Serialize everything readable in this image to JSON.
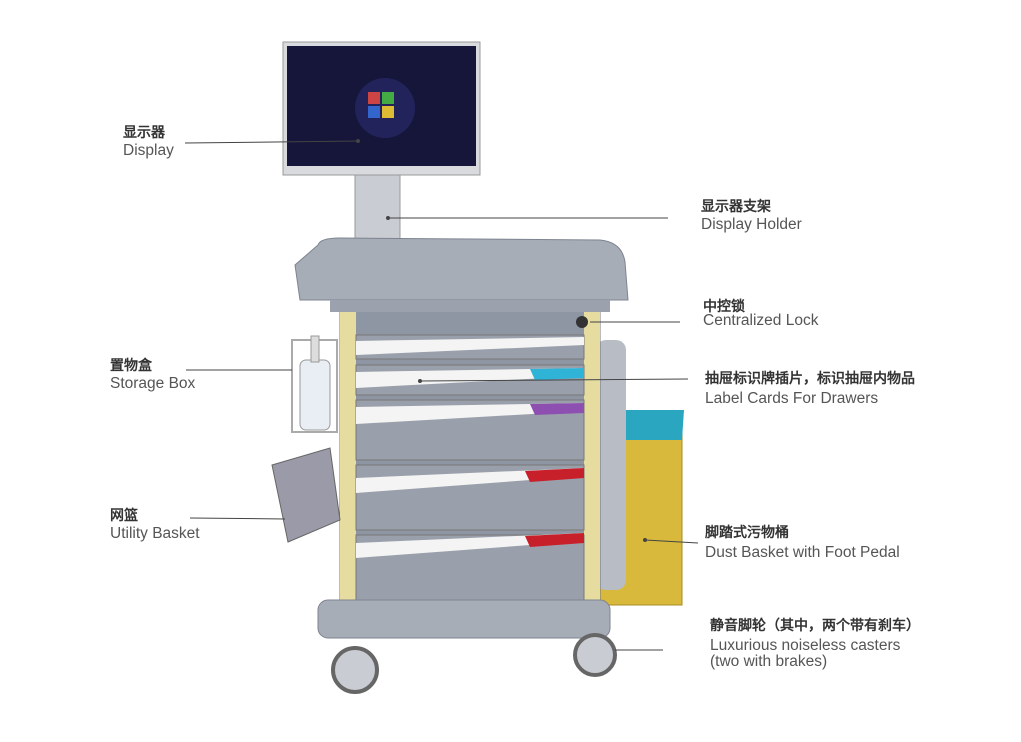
{
  "callouts": [
    {
      "zh": "显示器",
      "en": "Display"
    },
    {
      "zh": "显示器支架",
      "en": "Display Holder"
    },
    {
      "zh": "中控锁",
      "en": "Centralized Lock"
    },
    {
      "zh": "置物盒",
      "en": "Storage Box"
    },
    {
      "zh": "抽屉标识牌插片，标识抽屉内物品",
      "en": "Label Cards For Drawers"
    },
    {
      "zh": "网篮",
      "en": "Utility Basket"
    },
    {
      "zh": "脚踏式污物桶",
      "en": "Dust Basket with Foot Pedal"
    },
    {
      "zh": "静音脚轮（其中，两个带有刹车）",
      "en": "Luxurious noiseless casters",
      "en2": "(two with brakes)"
    }
  ],
  "colors": {
    "body": "#8f96a3",
    "strip": "#e6dca0",
    "bin": "#d8b93c",
    "bin_lid": "#2aa6c0",
    "label_blue": "#2fb3d6",
    "label_purple": "#8d4fb0",
    "label_red": "#c8202a"
  }
}
